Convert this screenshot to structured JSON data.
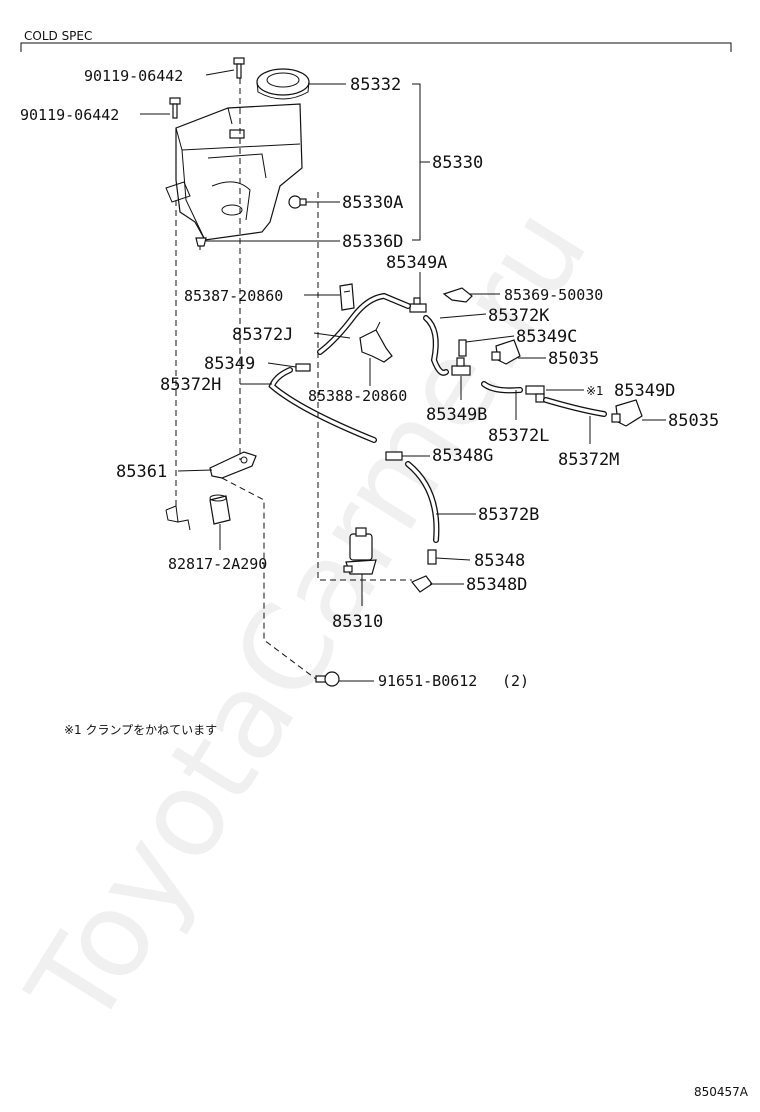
{
  "header": {
    "spec": "COLD SPEC"
  },
  "ref_code": "850457A",
  "footnote": "※1 クランプをかねています",
  "watermark": "ToyotaCarme.ru",
  "parts": {
    "bolt_a": "90119-06442",
    "bolt_b": "90119-06442",
    "cap": "85332",
    "tank_assy": "85330",
    "plug_a": "85330A",
    "plug_d": "85336D",
    "joint_a": "85349A",
    "clamp_a": "85369-50030",
    "clip_a": "85387-20860",
    "hose_k": "85372K",
    "hose_j": "85372J",
    "joint_c": "85349C",
    "joint": "85349",
    "nozzle_a": "85035",
    "hose_h": "85372H",
    "bracket_b": "85388-20860",
    "joint_d": "85349D",
    "joint_d_mark": "※1",
    "joint_b": "85349B",
    "nozzle_b": "85035",
    "hose_l": "85372L",
    "hose_m": "85372M",
    "valve_g": "85348G",
    "bracket": "85361",
    "hose_b": "85372B",
    "grommet": "82817-2A290",
    "valve": "85348",
    "valve_d": "85348D",
    "pump": "85310",
    "bolt_c": "91651-B0612",
    "bolt_c_qty": "(2)"
  }
}
